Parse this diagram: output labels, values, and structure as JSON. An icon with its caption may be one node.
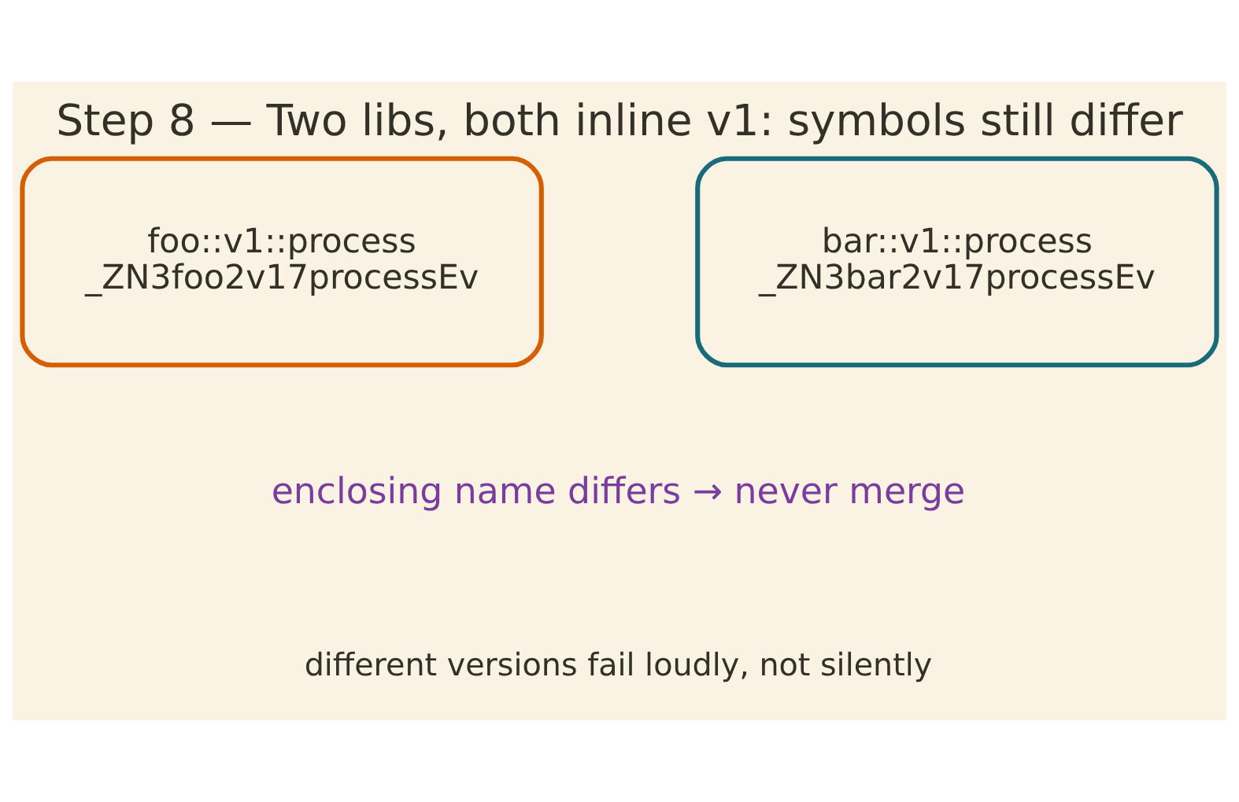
{
  "diagram": {
    "title": "Step 8 — Two libs, both inline v1: symbols still differ",
    "nodes": [
      {
        "text": [
          "foo::v1::process",
          "_ZN3foo2v17processEv"
        ]
      },
      {
        "text": [
          "bar::v1::process",
          "_ZN3bar2v17processEv"
        ]
      }
    ],
    "labels": [
      "enclosing name differs → never merge",
      "different versions fail loudly, not silently"
    ]
  }
}
